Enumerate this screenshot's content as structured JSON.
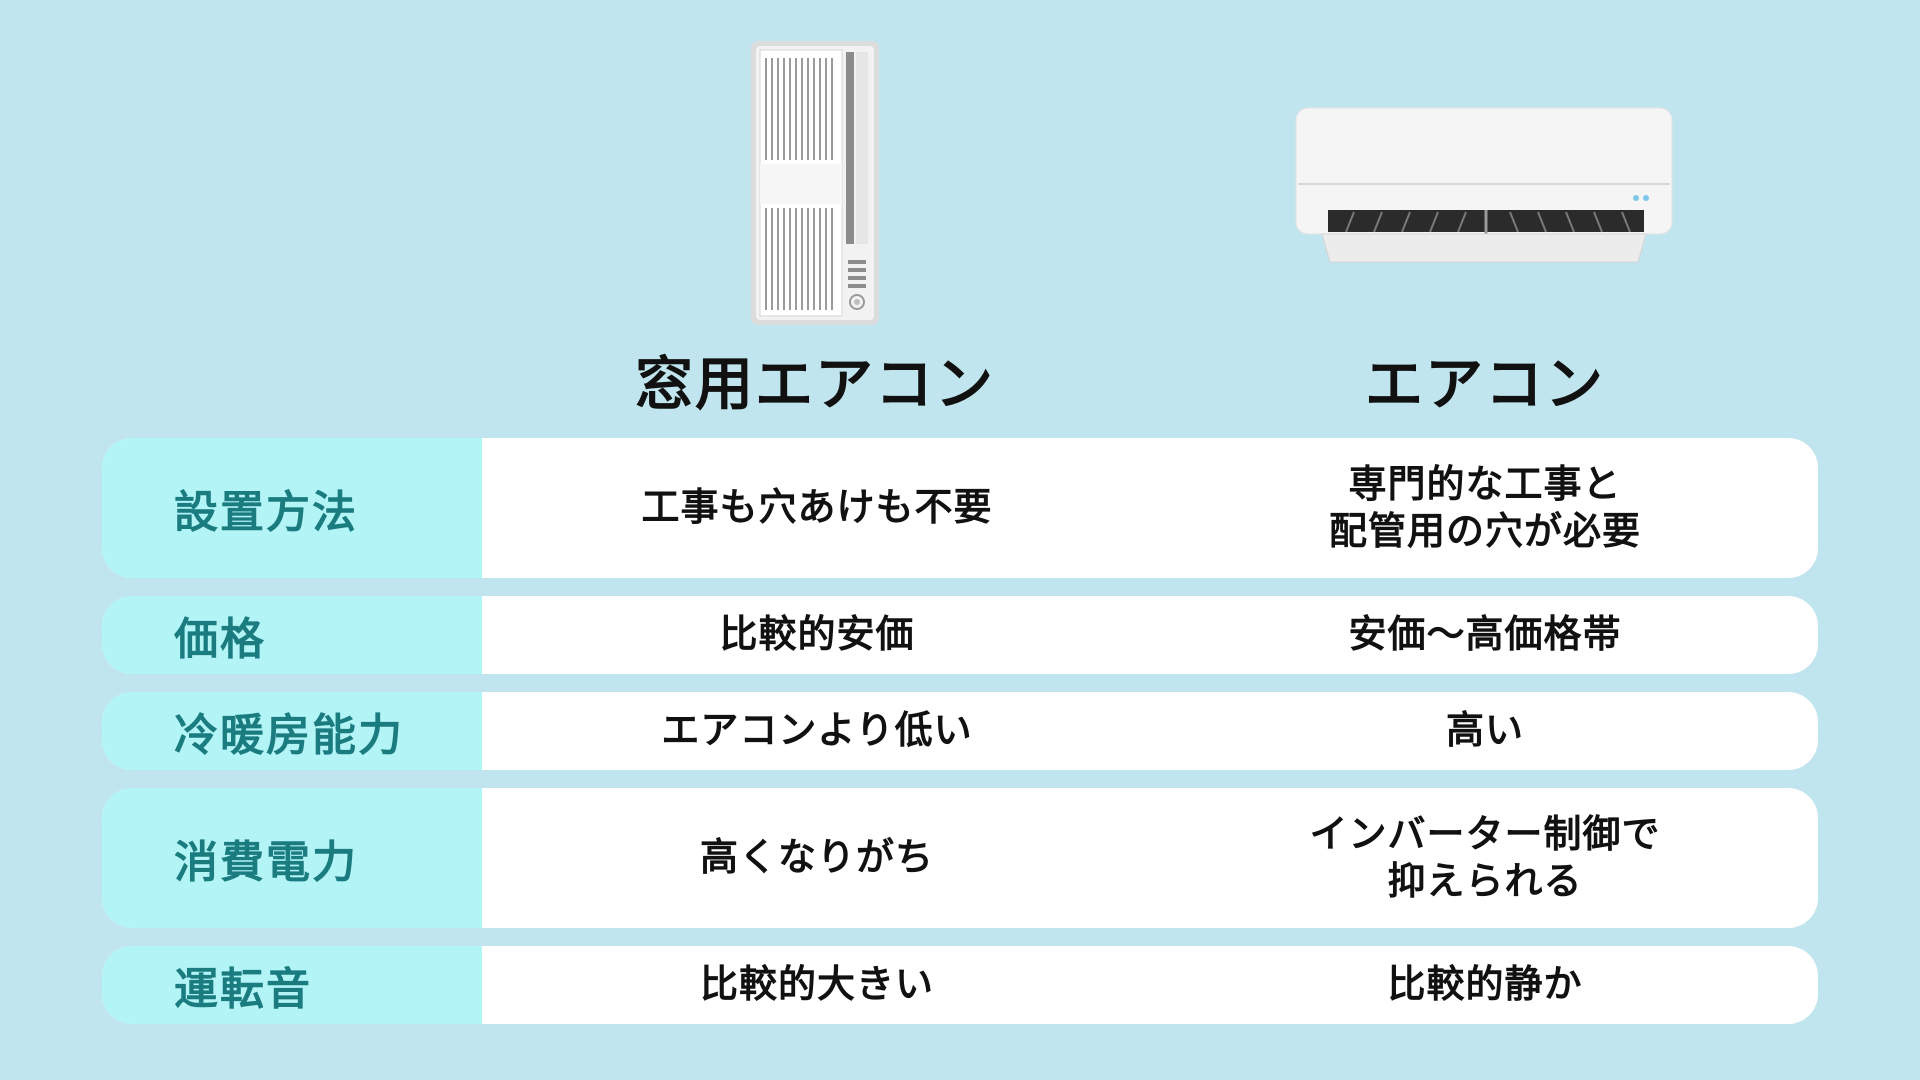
{
  "header": {
    "col1_title": "窓用エアコン",
    "col2_title": "エアコン"
  },
  "illustrations": {
    "col1": "window-air-conditioner",
    "col2": "wall-air-conditioner"
  },
  "rows": [
    {
      "label": "設置方法",
      "col1": "工事も穴あけも不要",
      "col2": "専門的な工事と\n配管用の穴が必要"
    },
    {
      "label": "価格",
      "col1": "比較的安価",
      "col2": "安価～高価格帯"
    },
    {
      "label": "冷暖房能力",
      "col1": "エアコンより低い",
      "col2": "高い"
    },
    {
      "label": "消費電力",
      "col1": "高くなりがち",
      "col2": "インバーター制御で\n抑えられる"
    },
    {
      "label": "運転音",
      "col1": "比較的大きい",
      "col2": "比較的静か"
    }
  ],
  "colors": {
    "background": "#c1e5ee",
    "label_background": "#b3f4f7",
    "label_text": "#1b7c80",
    "row_background": "#ffffff",
    "text": "#111111"
  }
}
